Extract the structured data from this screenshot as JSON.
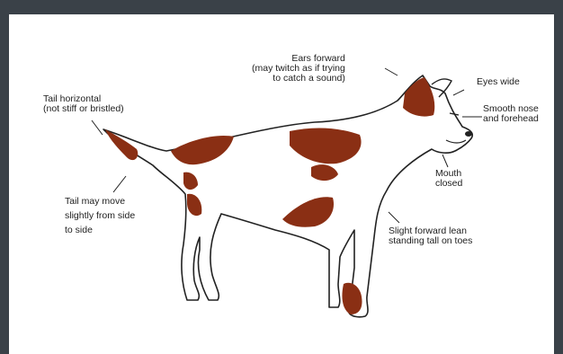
{
  "annotations": {
    "tail_horizontal": "Tail horizontal\n(not stiff or bristled)",
    "tail_move": "Tail may move\nslightly from side\nto side",
    "ears": "Ears forward\n(may twitch as if trying\nto catch a sound)",
    "eyes": "Eyes wide",
    "nose": "Smooth nose\nand forehead",
    "mouth": "Mouth\nclosed",
    "lean": "Slight forward lean\nstanding tall on toes"
  },
  "colors": {
    "background": "#3a4148",
    "panel": "#ffffff",
    "patches": "#8a2f14",
    "outline": "#222222"
  }
}
